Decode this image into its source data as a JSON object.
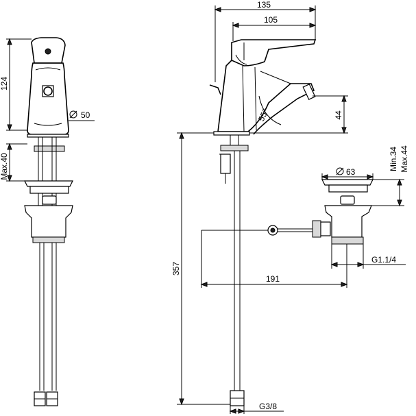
{
  "dimensions": {
    "overall_depth": "135",
    "spout_depth": "105",
    "body_height": "124",
    "body_diameter_label": "50",
    "max_deck": "Max.40",
    "spout_angle": "55°",
    "spout_height": "44",
    "waste_diameter": "63",
    "waste_min": "Min.34",
    "waste_max": "Max.44",
    "total_height": "357",
    "waste_rod_length": "191",
    "waste_thread": "G1.1/4",
    "supply_thread": "G3/8"
  },
  "symbols": {
    "diameter": "∅"
  },
  "colors": {
    "line": "#000000",
    "background": "#ffffff"
  }
}
